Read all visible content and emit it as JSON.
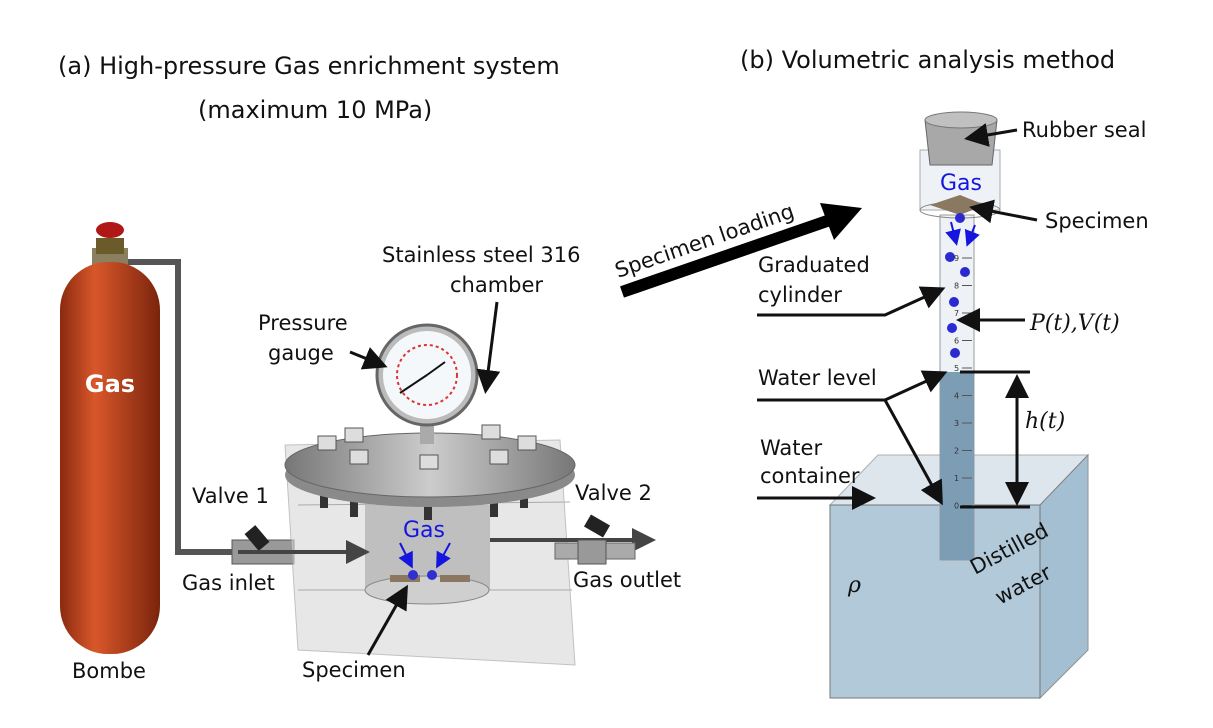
{
  "panel_a": {
    "title": "(a) High-pressure Gas enrichment system",
    "subtitle": "(maximum 10 MPa)",
    "cylinder_label": "Gas",
    "bombe": "Bombe",
    "valve1": "Valve 1",
    "gas_inlet": "Gas inlet",
    "pressure_gauge": [
      "Pressure",
      "gauge"
    ],
    "chamber": [
      "Stainless steel 316",
      "chamber"
    ],
    "valve2": "Valve 2",
    "gas_outlet": "Gas outlet",
    "chamber_gas": "Gas",
    "specimen": "Specimen"
  },
  "loading": "Specimen loading",
  "panel_b": {
    "title": "(b) Volumetric analysis method",
    "rubber_seal": "Rubber seal",
    "gas": "Gas",
    "specimen": "Specimen",
    "graduated_cylinder": [
      "Graduated",
      "cylinder"
    ],
    "pv": "P(t),V(t)",
    "water_level": "Water level",
    "height": "h(t)",
    "water_container": [
      "Water",
      "container"
    ],
    "rho": "ρ",
    "distilled_water": [
      "Distilled",
      "water"
    ],
    "scale_ticks": [
      "9",
      "8",
      "7",
      "6",
      "5",
      "4",
      "3",
      "2",
      "1",
      "0"
    ]
  },
  "colors": {
    "cylinder": "#c8461e",
    "gas_text": "#1515e0",
    "water": "#8fb0c8",
    "bubble": "#2a2ad0"
  }
}
